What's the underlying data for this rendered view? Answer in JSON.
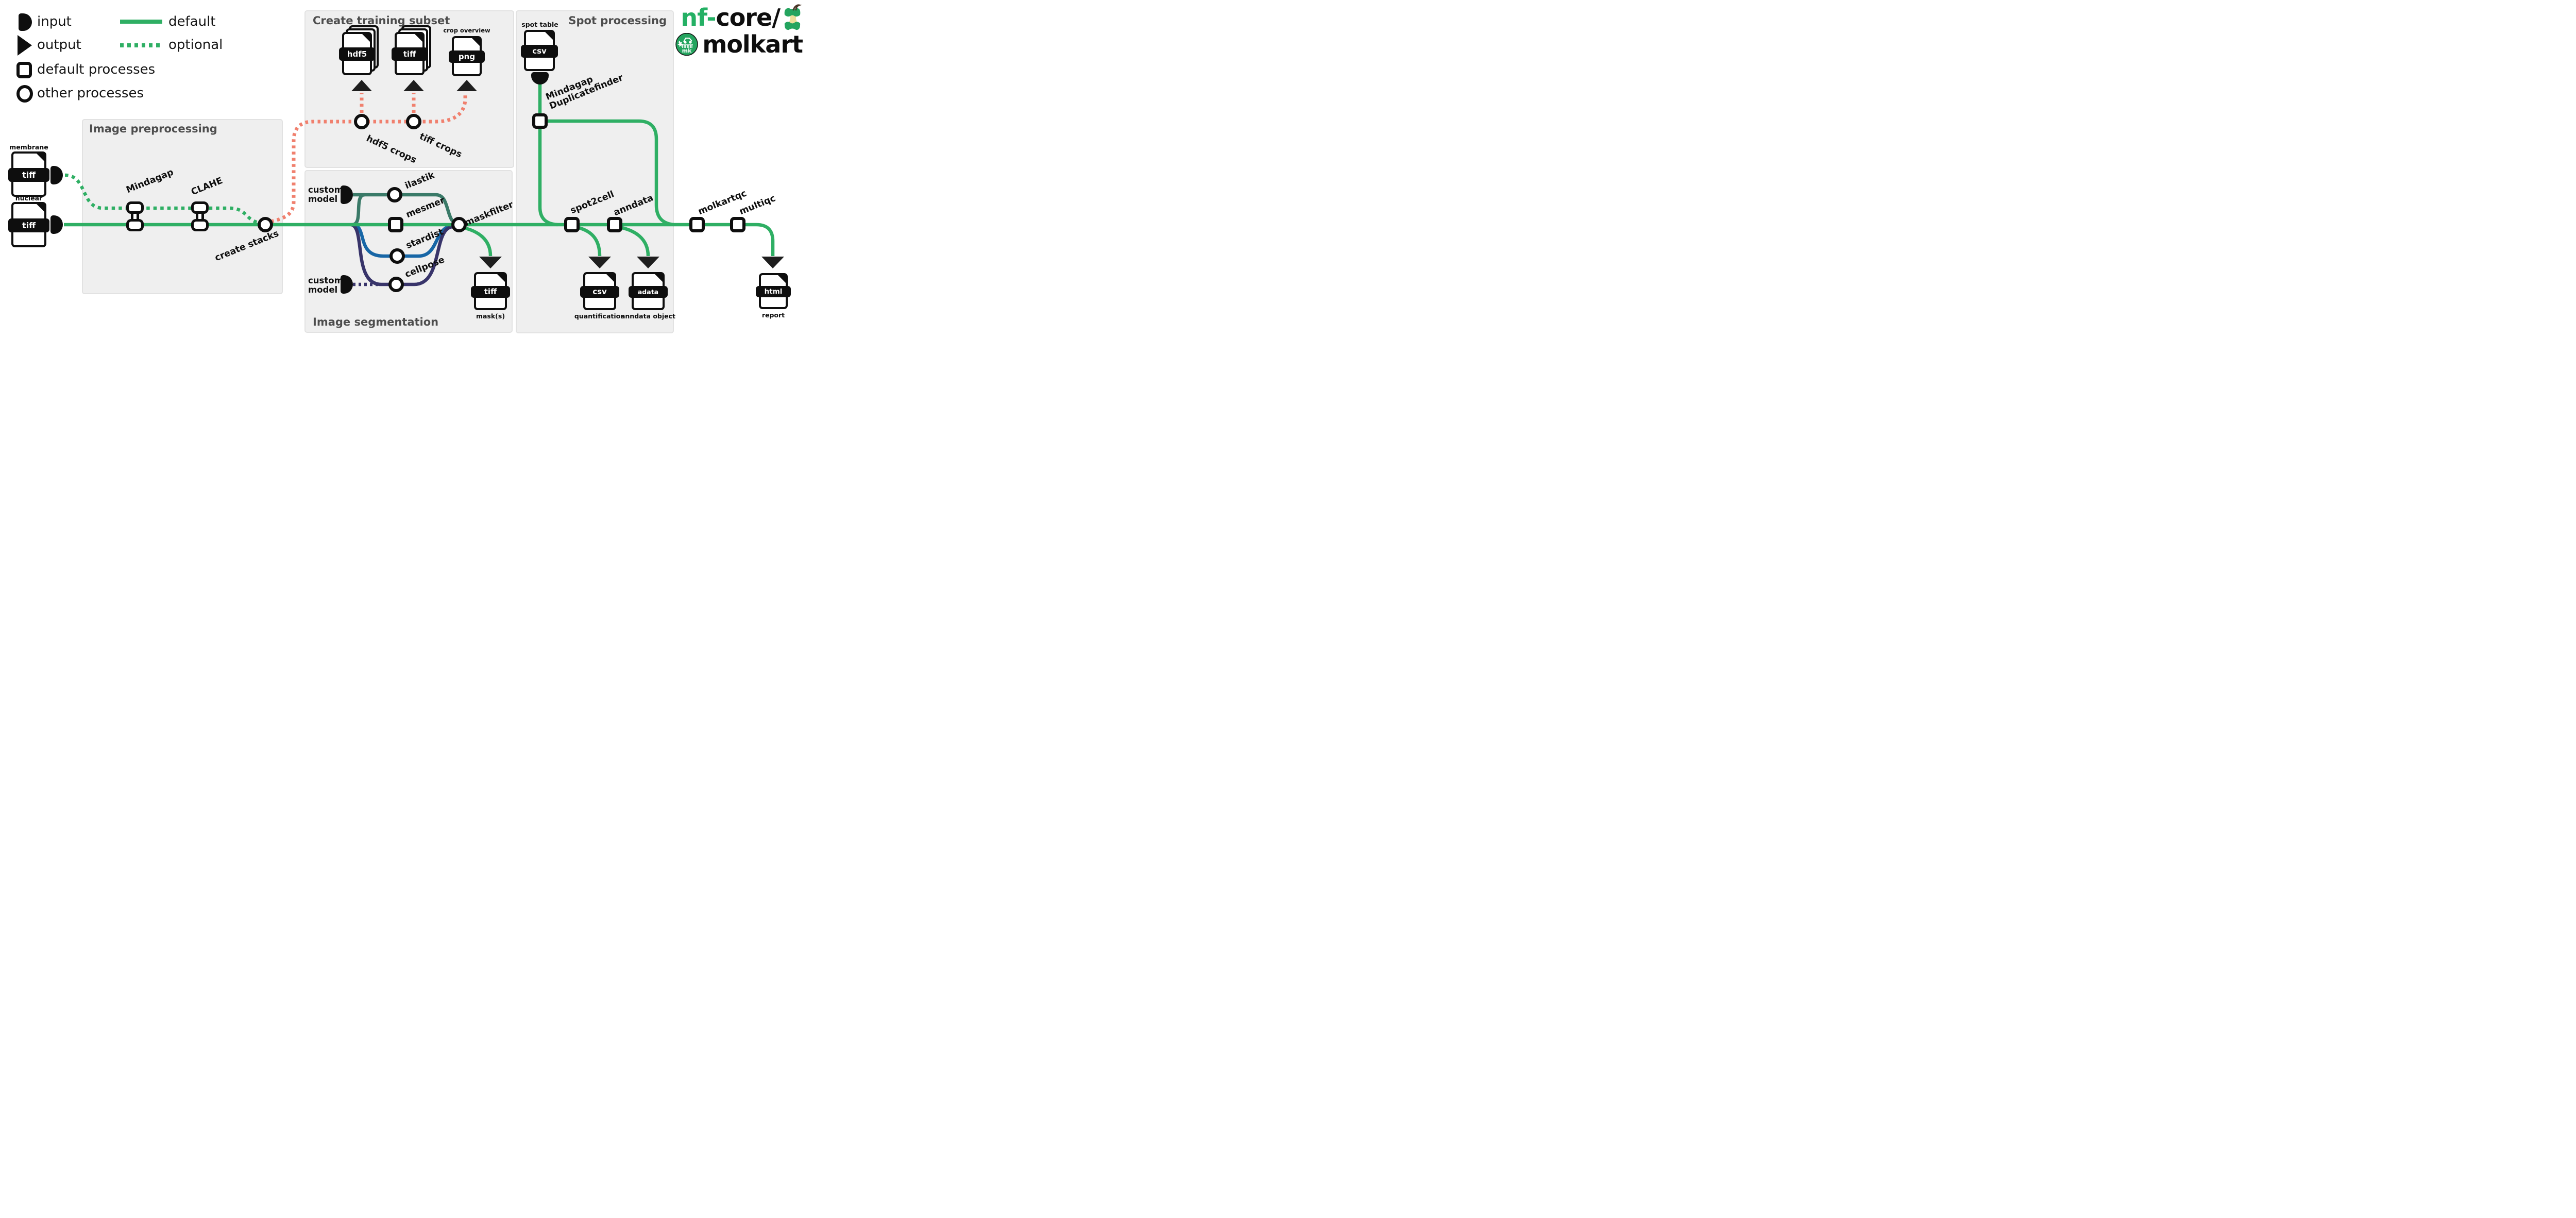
{
  "legend": {
    "input_label": "input",
    "output_label": "output",
    "default_processes_label": "default processes",
    "other_processes_label": "other processes",
    "default_line_label": "default",
    "optional_line_label": "optional"
  },
  "logo": {
    "brand_green": "nf-",
    "brand_black": "core/",
    "pipeline_name": "molkart",
    "badge_text": "mk"
  },
  "boxes": {
    "preprocessing_title": "Image preprocessing",
    "training_title": "Create training subset",
    "segmentation_title": "Image segmentation",
    "spot_title": "Spot processing"
  },
  "processes": {
    "mindagap": "Mindagap",
    "clahe": "CLAHE",
    "create_stacks": "create stacks",
    "hdf5_crops": "hdf5 crops",
    "tiff_crops": "tiff crops",
    "ilastik": "ilastik",
    "mesmer": "mesmer",
    "stardist": "stardist",
    "cellpose": "cellpose",
    "maskfilter": "maskfilter",
    "duplicatefinder_line1": "Mindagap",
    "duplicatefinder_line2": "Duplicatefinder",
    "spot2cell": "spot2cell",
    "anndata": "anndata",
    "molkartqc": "molkartqc",
    "multiqc": "multiqc"
  },
  "inputs": {
    "custom_model_top": "custom model",
    "custom_model_bottom": "custom model"
  },
  "files": {
    "membrane": {
      "caption": "membrane",
      "format": "tiff"
    },
    "nuclear": {
      "caption": "nuclear",
      "format": "tiff"
    },
    "spot_table": {
      "caption": "spot table",
      "format": "csv"
    },
    "hdf5_crops": {
      "format": "hdf5"
    },
    "tiff_crops": {
      "format": "tiff"
    },
    "crop_overview": {
      "caption": "crop overview",
      "format": "png"
    },
    "masks": {
      "caption": "mask(s)",
      "format": "tiff"
    },
    "quantification": {
      "caption": "quantification",
      "format": "csv"
    },
    "anndata_object": {
      "caption": "anndata object",
      "format": "adata"
    },
    "report": {
      "caption": "report",
      "format": "html"
    }
  },
  "colors": {
    "green": "#2faf64",
    "salmon": "#f0806e",
    "teal": "#3a7a68",
    "blue": "#1766a6",
    "navy": "#38346a",
    "black": "#0e0e0e",
    "box_fill": "#efefef",
    "title_gray": "#4d4d4d"
  }
}
